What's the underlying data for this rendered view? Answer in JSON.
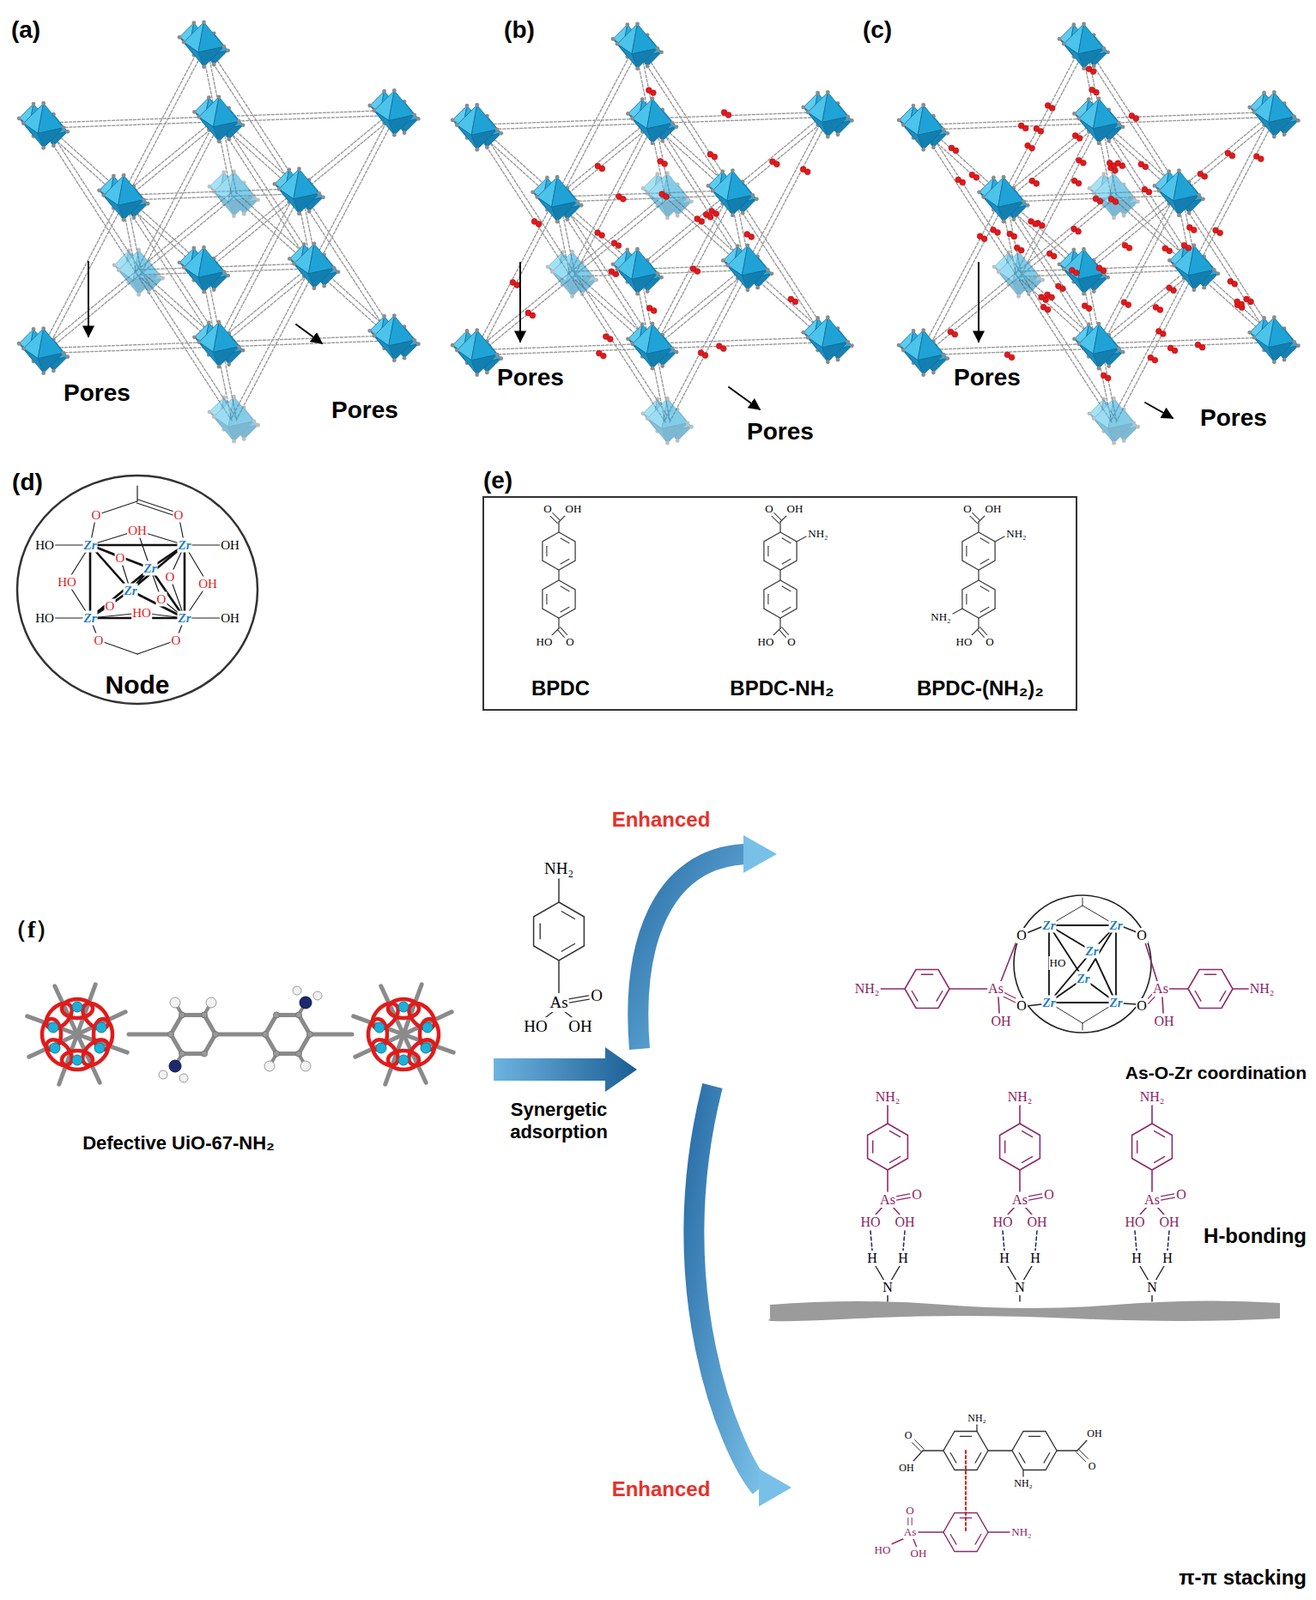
{
  "diagram": {
    "nodes": [
      {
        "text": [
          "Node"
        ]
      },
      {
        "text": [
          "BPDC",
          "BPDC-NH₂",
          "BPDC-(NH₂)₂"
        ]
      }
    ],
    "labels": [
      "(a)",
      "(b)",
      "(c)",
      "Pores",
      "Pores",
      "Pores",
      "Pores",
      "Pores",
      "Pores",
      "(d)",
      "(e)",
      "（f）",
      "O",
      "OH",
      "O",
      "HO",
      "Zr",
      "Zr",
      "OH",
      "O",
      "Zr",
      "O",
      "HO",
      "Zr",
      "OH",
      "O",
      "HO",
      "HO",
      "Zr",
      "Zr",
      "OH",
      "O",
      "O",
      "O",
      "O",
      "OH",
      "HO",
      "O",
      "O",
      "OH",
      "HO",
      "O",
      "NH₂",
      "O",
      "OH",
      "HO",
      "O",
      "NH₂",
      "NH₂",
      "Defective UiO-67-NH₂",
      "NH₂",
      "As",
      "O",
      "HO",
      "OH",
      "Synergetic adsorption",
      "Enhanced",
      "Enhanced",
      "NH₂",
      "As",
      "O",
      "O",
      "OH",
      "Zr",
      "Zr",
      "Zr",
      "HO",
      "Zr",
      "Zr",
      "Zr",
      "O",
      "O",
      "As",
      "OH",
      "NH₂",
      "As-O-Zr coordination",
      "NH₂",
      "As",
      "O",
      "HO",
      "OH",
      "H",
      "H",
      "N",
      "NH₂",
      "As",
      "O",
      "HO",
      "OH",
      "H",
      "H",
      "N",
      "NH₂",
      "As",
      "O",
      "HO",
      "OH",
      "H",
      "H",
      "N",
      "H-bonding",
      "O",
      "OH",
      "NH₂",
      "NH₂",
      "O",
      "OH",
      "As",
      "O",
      "HO",
      "OH",
      "NH₂",
      "π-π stacking"
    ]
  }
}
